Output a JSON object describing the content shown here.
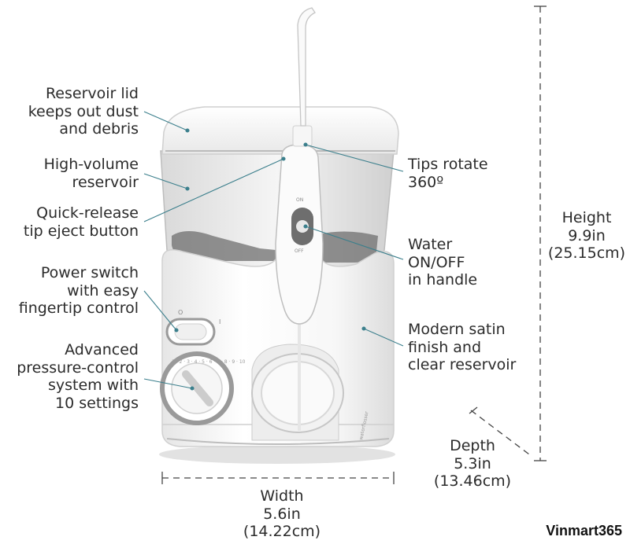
{
  "callouts": {
    "reservoir_lid": [
      "Reservoir lid",
      "keeps out dust",
      "and debris"
    ],
    "high_volume": [
      "High-volume",
      "reservoir"
    ],
    "quick_release": [
      "Quick-release",
      "tip eject button"
    ],
    "power_switch": [
      "Power switch",
      "with easy",
      "fingertip control"
    ],
    "pressure_control": [
      "Advanced",
      "pressure-control",
      "system with",
      "10 settings"
    ],
    "tips_rotate": [
      "Tips rotate",
      "360º"
    ],
    "water_onoff": [
      "Water",
      "ON/OFF",
      "in handle"
    ],
    "modern_satin": [
      "Modern satin",
      "finish and",
      "clear reservoir"
    ]
  },
  "dimensions": {
    "height": [
      "Height",
      "9.9in",
      "(25.15cm)"
    ],
    "depth": [
      "Depth",
      "5.3in",
      "(13.46cm)"
    ],
    "width": [
      "Width",
      "5.6in",
      "(14.22cm)"
    ]
  },
  "handle": {
    "on": "ON",
    "off": "OFF"
  },
  "base_text": "waterflosser",
  "brand": "Vinmart365",
  "colors": {
    "text": "#2b2b2b",
    "leader": "#3b7f8c",
    "body": "#f4f4f4",
    "gray": "#7a7a7a"
  }
}
